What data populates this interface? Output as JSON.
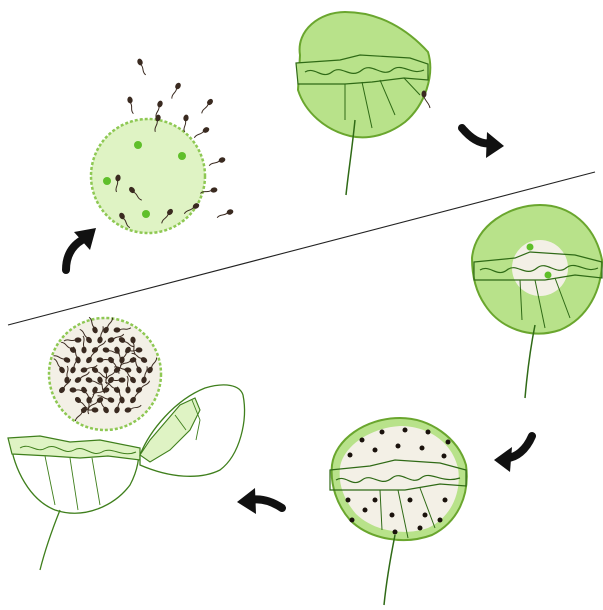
{
  "diagram": {
    "title": "",
    "labels": [],
    "colors": {
      "cell_fill": "#b8e28a",
      "cell_stroke": "#6aa62e",
      "cell_light": "#dff3c4",
      "spore_pale": "#f3f0e6",
      "empty_shell": "#ffffff",
      "shell_stroke": "#3f7f1c",
      "dot": "#1a120c",
      "sperm": "#3a2a20",
      "green_dot": "#5fbf2a",
      "arrow": "#111111",
      "divider": "#222222"
    },
    "stages": [
      {
        "name": "stage-zygote-cell"
      },
      {
        "name": "stage-nucleus-cell"
      },
      {
        "name": "stage-spore-cell"
      },
      {
        "name": "stage-open-sporangium"
      },
      {
        "name": "stage-sperm-cluster"
      },
      {
        "name": "stage-fertilization"
      }
    ],
    "arrows": [
      {
        "name": "arrow-1",
        "direction": "clockwise-down"
      },
      {
        "name": "arrow-2",
        "direction": "clockwise-down"
      },
      {
        "name": "arrow-3",
        "direction": "left"
      },
      {
        "name": "arrow-4",
        "direction": "up"
      }
    ]
  }
}
